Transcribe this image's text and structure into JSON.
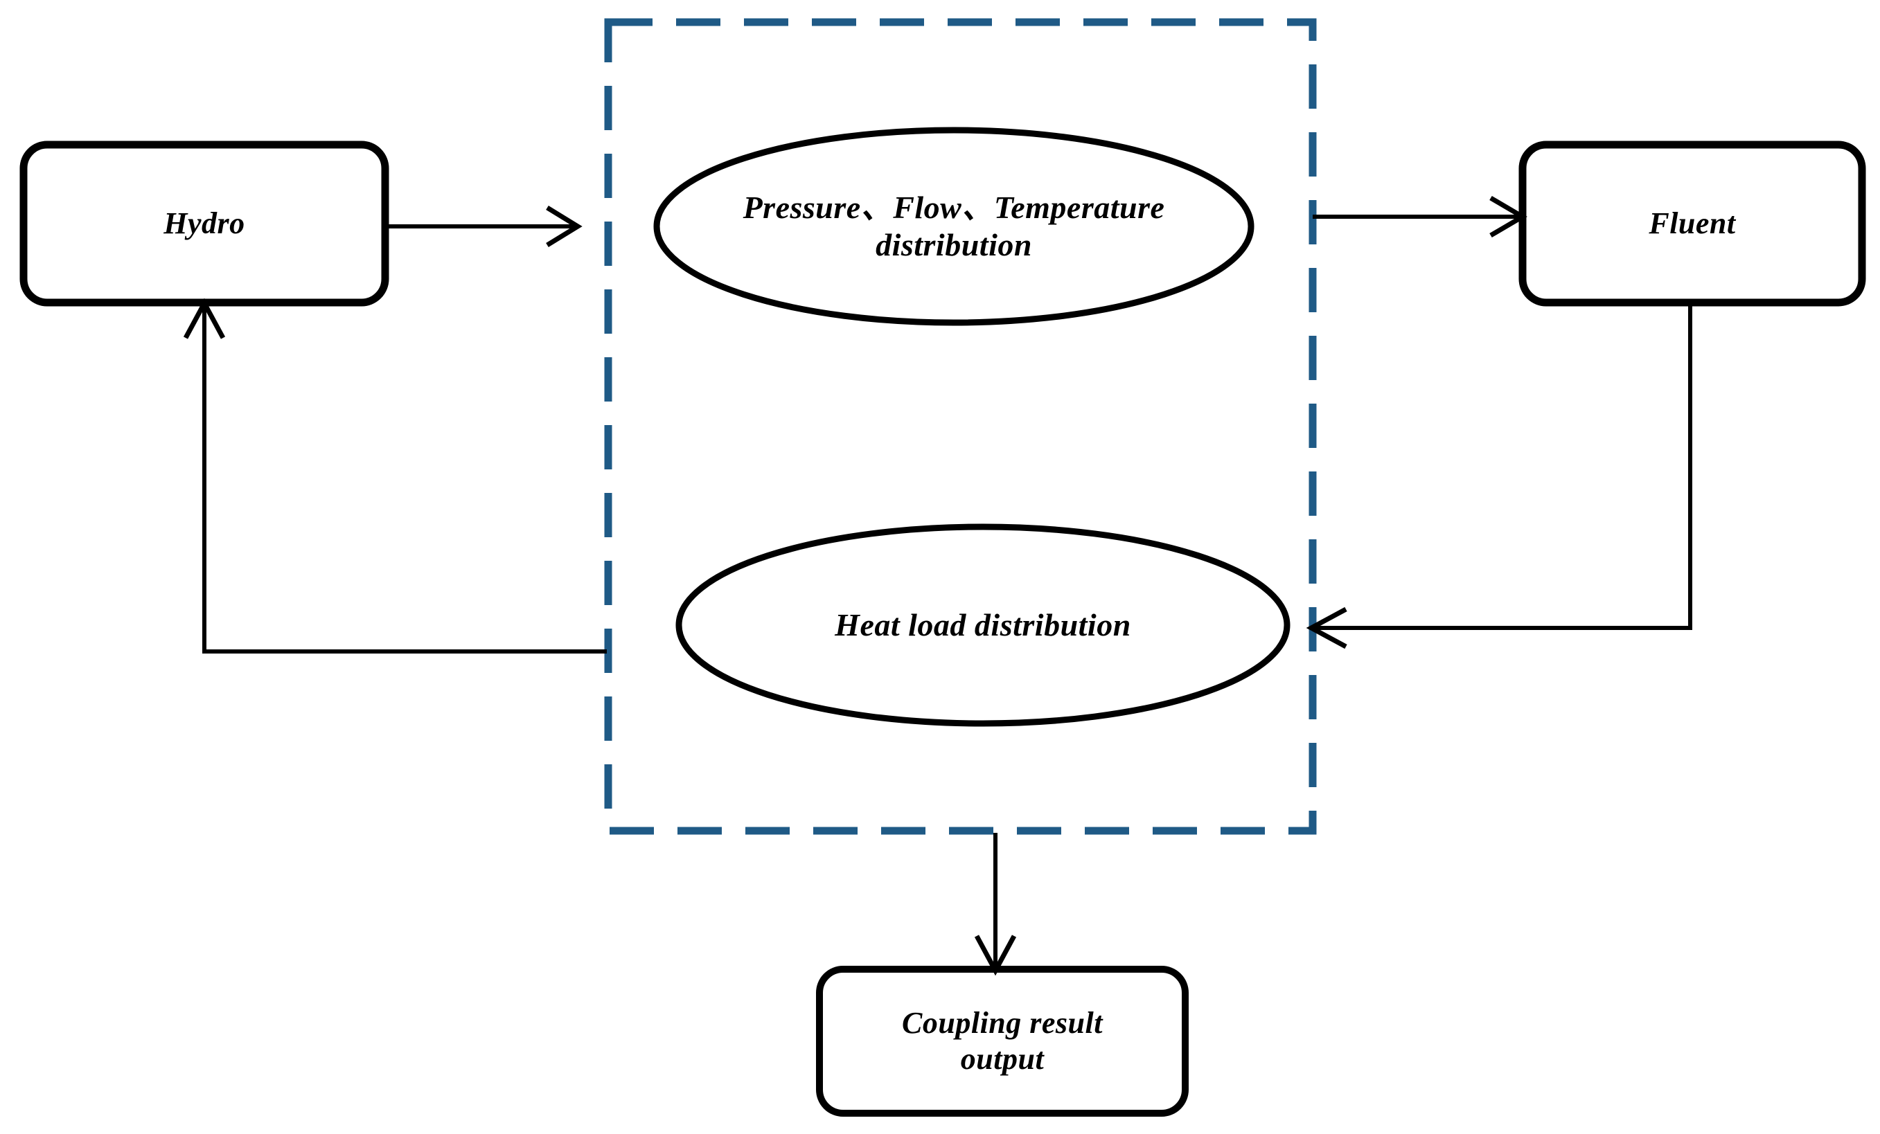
{
  "diagram": {
    "title": "Hydro-Fluent coupling workflow",
    "background_color": "#ffffff",
    "stroke_color": "#000000",
    "dashed_group_color": "#1F5A86",
    "nodes": {
      "hydro": {
        "label": "Hydro",
        "shape": "rounded-rectangle"
      },
      "fluent": {
        "label": "Fluent",
        "shape": "rounded-rectangle"
      },
      "coupling_output": {
        "label": "Coupling result\noutput",
        "shape": "rounded-rectangle"
      },
      "pressure_flow_temperature": {
        "label": "Pressure、Flow、Temperature\ndistribution",
        "shape": "ellipse"
      },
      "heat_load": {
        "label": "Heat load distribution",
        "shape": "ellipse"
      }
    },
    "group": {
      "name": "data-exchange-group",
      "style": "dashed",
      "color": "#1F5A86"
    },
    "edges": [
      {
        "name": "hydro-to-pressure",
        "from": "hydro",
        "to": "pressure_flow_temperature",
        "arrow": "open-v"
      },
      {
        "name": "pressure-to-fluent",
        "from": "pressure_flow_temperature",
        "to": "fluent",
        "arrow": "open-v"
      },
      {
        "name": "fluent-to-heat-load",
        "from": "fluent",
        "to": "heat_load",
        "arrow": "open-v"
      },
      {
        "name": "heat-load-to-hydro",
        "from": "heat_load",
        "to": "hydro",
        "arrow": "open-v"
      },
      {
        "name": "group-to-coupling-output",
        "from": "group",
        "to": "coupling_output",
        "arrow": "open-v"
      }
    ]
  }
}
